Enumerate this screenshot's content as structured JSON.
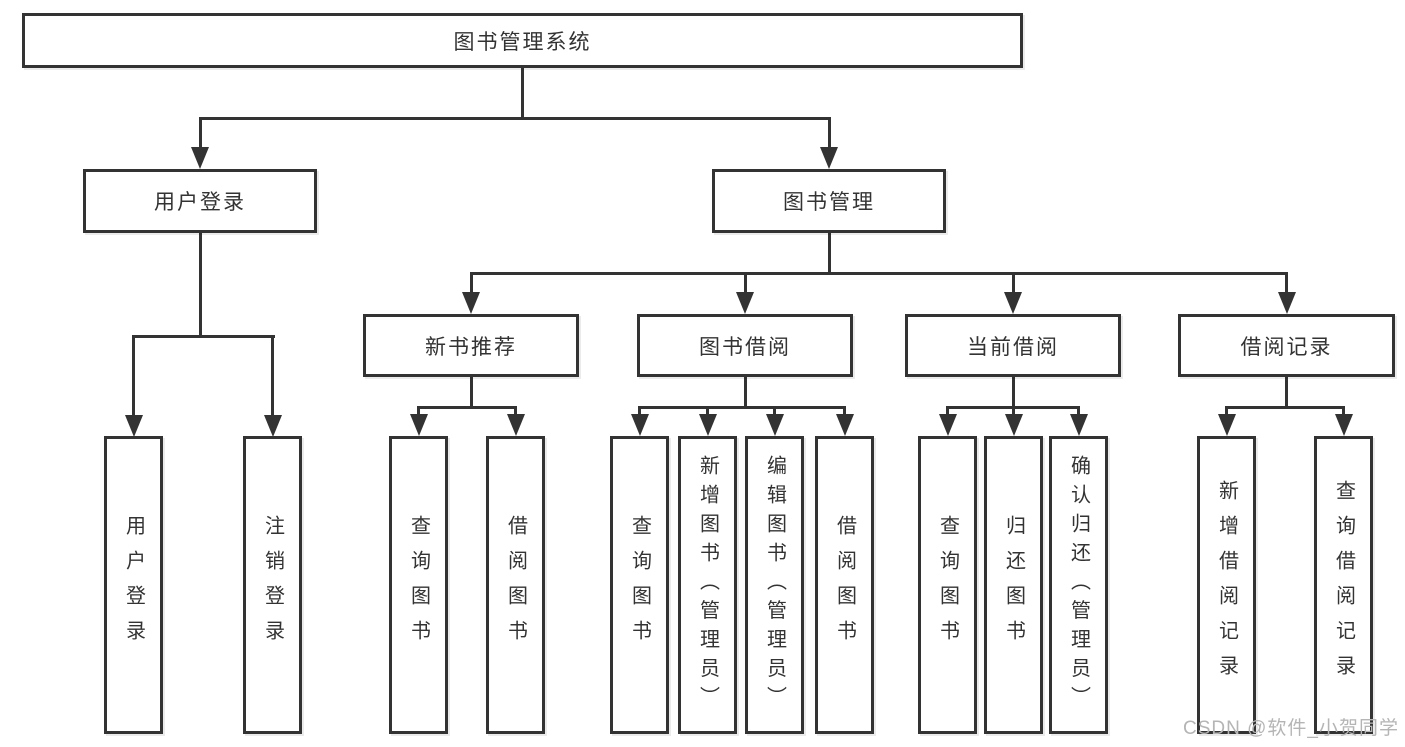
{
  "tree": {
    "label": "图书管理系统",
    "children": [
      {
        "label": "用户登录",
        "children": [
          {
            "label": "用户登录"
          },
          {
            "label": "注销登录"
          }
        ]
      },
      {
        "label": "图书管理",
        "children": [
          {
            "label": "新书推荐",
            "children": [
              {
                "label": "查询图书"
              },
              {
                "label": "借阅图书"
              }
            ]
          },
          {
            "label": "图书借阅",
            "children": [
              {
                "label": "查询图书"
              },
              {
                "label": "新增图书（管理员）"
              },
              {
                "label": "编辑图书（管理员）"
              },
              {
                "label": "借阅图书"
              }
            ]
          },
          {
            "label": "当前借阅",
            "children": [
              {
                "label": "查询图书"
              },
              {
                "label": "归还图书"
              },
              {
                "label": "确认归还（管理员）"
              }
            ]
          },
          {
            "label": "借阅记录",
            "children": [
              {
                "label": "新增借阅记录"
              },
              {
                "label": "查询借阅记录"
              }
            ]
          }
        ]
      }
    ]
  },
  "watermark": {
    "text": "CSDN @软件_小贺同学"
  },
  "colors": {
    "line": "#333333",
    "text": "#333333",
    "box_background": "#ffffff",
    "watermark": "#b5b5b5",
    "page_background": "#ffffff"
  }
}
